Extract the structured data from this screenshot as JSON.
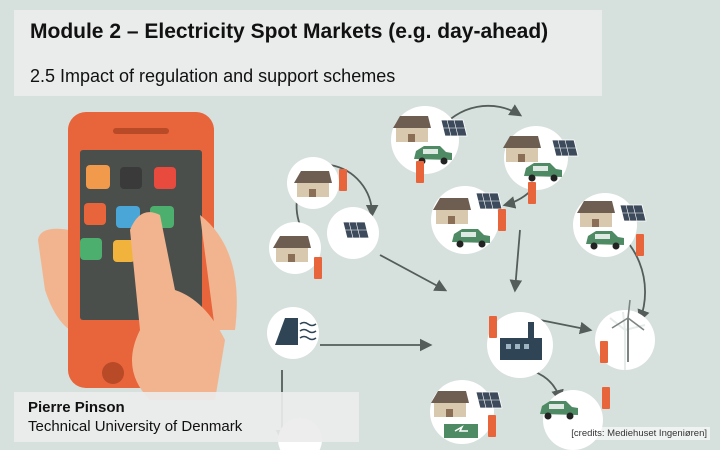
{
  "slide": {
    "title": "Module 2 – Electricity Spot Markets (e.g. day-ahead)",
    "subtitle": "2.5 Impact of regulation and support schemes",
    "author": "Pierre Pinson",
    "affiliation": "Technical University of Denmark",
    "credits": "[credits: Mediehuset Ingeniøren]"
  },
  "illustration": {
    "icons": [
      "house-icon",
      "solar-panel-icon",
      "electric-car-icon",
      "battery-icon",
      "factory-icon",
      "wind-turbine-icon",
      "hydro-dam-icon",
      "smartphone-icon"
    ],
    "colors": {
      "background": "#d6e0dc",
      "phone": "#e8643a",
      "battery": "#e8643a",
      "car": "#4e8a64",
      "house": "#7a6a5c",
      "arrow": "#555d5a"
    }
  }
}
